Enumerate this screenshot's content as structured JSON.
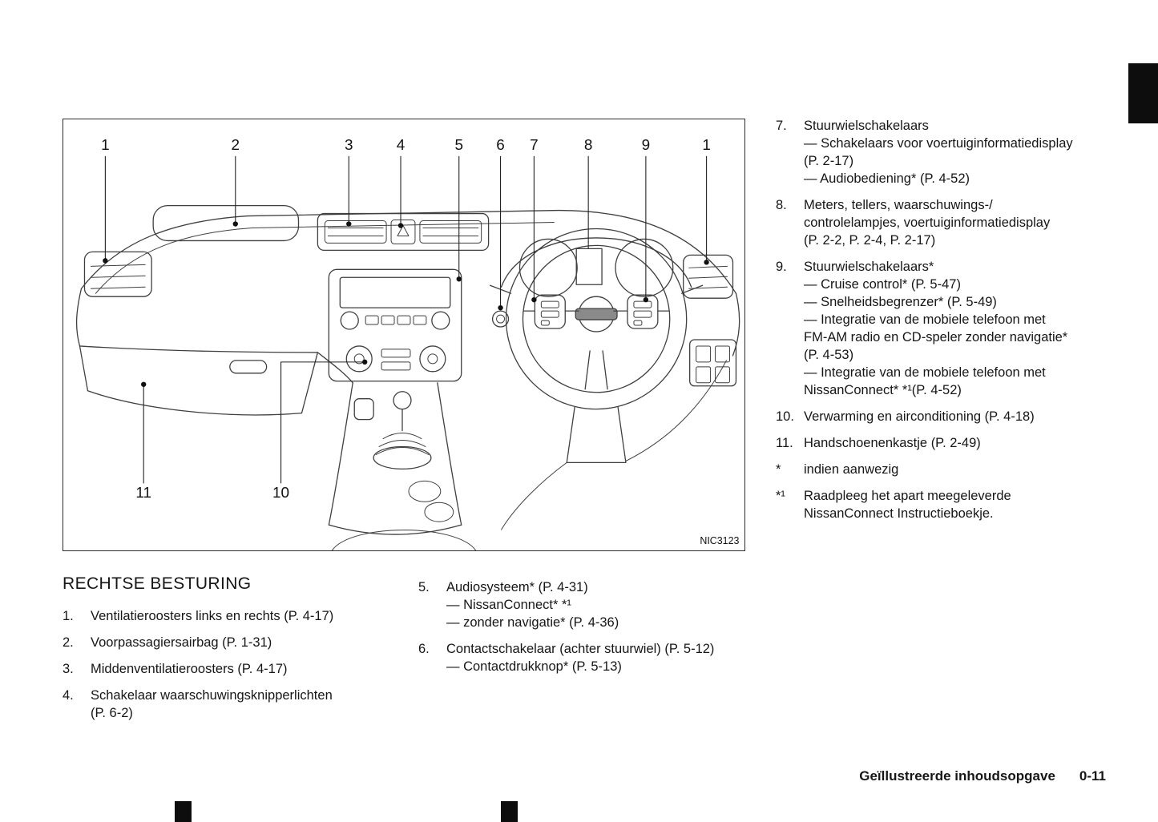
{
  "figure": {
    "code": "NIC3123",
    "callouts": [
      "1",
      "2",
      "3",
      "4",
      "5",
      "6",
      "7",
      "8",
      "9",
      "1",
      "11",
      "10"
    ]
  },
  "left_section": {
    "title": "RECHTSE BESTURING",
    "items": [
      {
        "num": "1.",
        "lines": [
          "Ventilatieroosters links en rechts (P. 4-17)"
        ]
      },
      {
        "num": "2.",
        "lines": [
          "Voorpassagiersairbag (P. 1-31)"
        ]
      },
      {
        "num": "3.",
        "lines": [
          "Middenventilatieroosters (P. 4-17)"
        ]
      },
      {
        "num": "4.",
        "lines": [
          "Schakelaar waarschuwingsknipperlichten",
          "(P. 6-2)"
        ]
      }
    ]
  },
  "middle_section": {
    "items": [
      {
        "num": "5.",
        "lines": [
          "Audiosysteem* (P. 4-31)",
          "— NissanConnect* *¹",
          "— zonder navigatie* (P. 4-36)"
        ]
      },
      {
        "num": "6.",
        "lines": [
          "Contactschakelaar (achter stuurwiel) (P. 5-12)",
          "— Contactdrukknop* (P. 5-13)"
        ]
      }
    ]
  },
  "right_section": {
    "items": [
      {
        "num": "7.",
        "lines": [
          "Stuurwielschakelaars",
          "— Schakelaars voor voertuiginformatiedisplay",
          "(P. 2-17)",
          "— Audiobediening* (P. 4-52)"
        ]
      },
      {
        "num": "8.",
        "lines": [
          "Meters, tellers, waarschuwings-/",
          "controlelampjes, voertuiginformatiedisplay",
          "(P. 2-2, P. 2-4, P. 2-17)"
        ]
      },
      {
        "num": "9.",
        "lines": [
          "Stuurwielschakelaars*",
          "— Cruise control* (P. 5-47)",
          "— Snelheidsbegrenzer* (P. 5-49)",
          "— Integratie van de mobiele telefoon met",
          "FM-AM radio en CD-speler zonder navigatie*",
          "(P. 4-53)",
          "— Integratie van de mobiele telefoon met",
          "NissanConnect* *¹(P. 4-52)"
        ]
      },
      {
        "num": "10.",
        "lines": [
          "Verwarming en airconditioning (P. 4-18)"
        ]
      },
      {
        "num": "11.",
        "lines": [
          "Handschoenenkastje (P. 2-49)"
        ]
      },
      {
        "num": "*",
        "lines": [
          "indien aanwezig"
        ]
      },
      {
        "num": "*¹",
        "lines": [
          "Raadpleeg het apart meegeleverde",
          "NissanConnect Instructieboekje."
        ]
      }
    ]
  },
  "footer": {
    "label": "Geïllustreerde inhoudsopgave",
    "page": "0-11"
  }
}
